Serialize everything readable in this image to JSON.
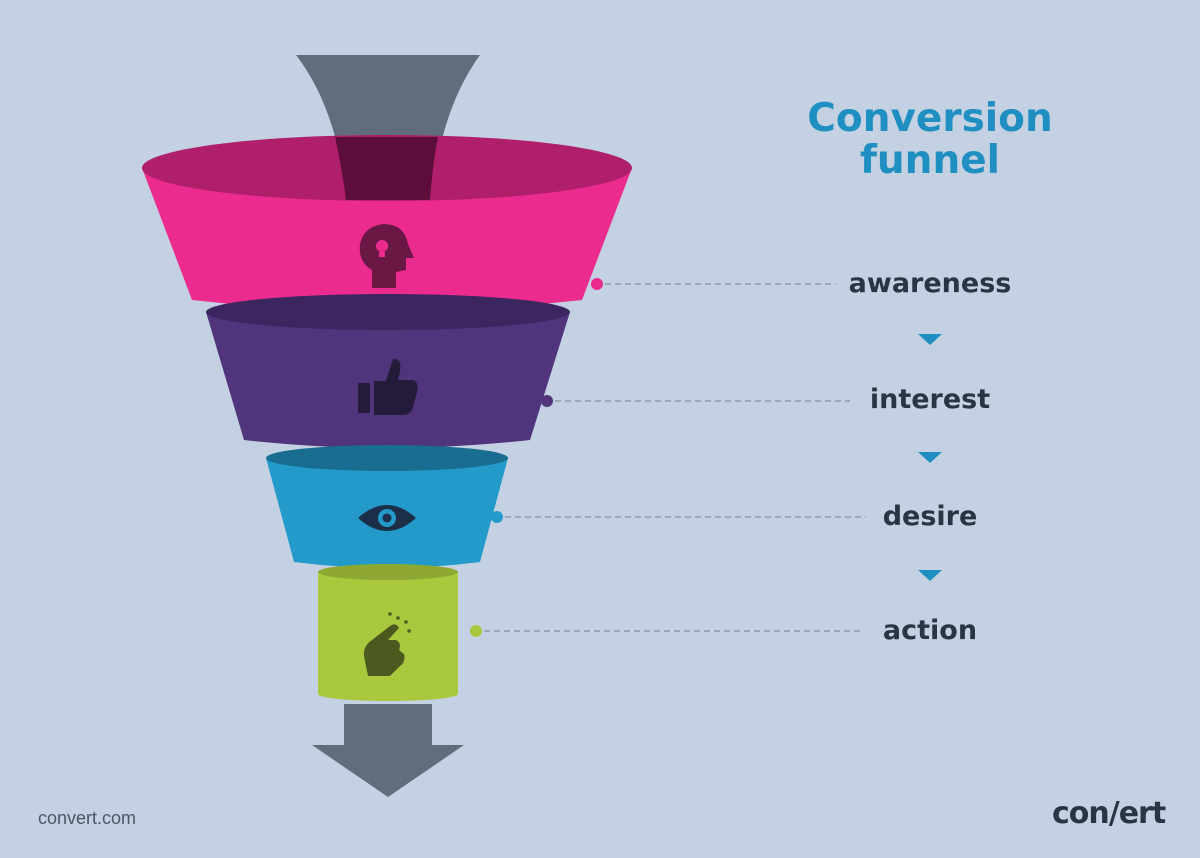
{
  "title": "Conversion funnel",
  "stages": [
    {
      "label": "awareness",
      "icon": "head-lightbulb-icon",
      "color": "#ec2b8f"
    },
    {
      "label": "interest",
      "icon": "thumbs-up-icon",
      "color": "#50347c"
    },
    {
      "label": "desire",
      "icon": "eye-icon",
      "color": "#239aca"
    },
    {
      "label": "action",
      "icon": "pointing-hand-icon",
      "color": "#aac83e"
    }
  ],
  "footer": {
    "url": "convert.com",
    "logo": "con/ert"
  },
  "colors": {
    "background": "#c4d1e2",
    "title": "#1e8fc0",
    "label_text": "#2b3444",
    "arrow": "#616d7d",
    "dash": "#8e9aab"
  }
}
